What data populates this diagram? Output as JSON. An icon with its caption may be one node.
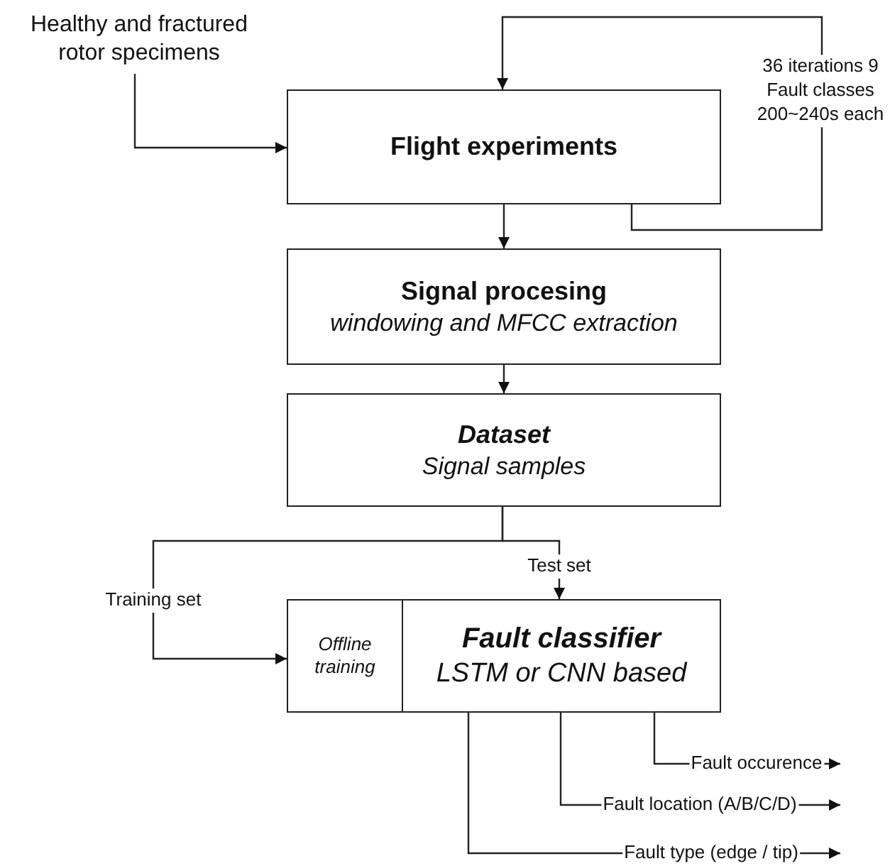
{
  "diagram": {
    "nodes": [
      {
        "text": [
          "Healthy and fractured rotor specimens"
        ]
      },
      {
        "text": [
          "Flight experiments"
        ]
      },
      {
        "text": [
          "Signal procesing",
          "windowing and MFCC extraction"
        ]
      },
      {
        "text": [
          "Dataset",
          "Signal samples"
        ]
      },
      {
        "text": [
          "Offline training"
        ]
      },
      {
        "text": [
          "Fault classifier",
          "LSTM or CNN based"
        ]
      }
    ],
    "edges": [
      {
        "from": 0,
        "to": 1,
        "arrow": "to"
      },
      {
        "from": 1,
        "to": 2,
        "arrow": "to"
      },
      {
        "from": 2,
        "to": 3,
        "arrow": "to"
      },
      {
        "from": 3,
        "to": 4,
        "arrow": "to",
        "label": "Training set"
      },
      {
        "from": 3,
        "to": 5,
        "arrow": "to",
        "label": "Test set"
      },
      {
        "from": 1,
        "to": 1,
        "arrow": "to",
        "label": "36 iterations 9 Fault classes 200~240s each"
      },
      {
        "from": 5,
        "to": null,
        "arrow": "to",
        "label": "Fault occurence"
      },
      {
        "from": 5,
        "to": null,
        "arrow": "to",
        "label": "Fault location (A/B/C/D)"
      },
      {
        "from": 5,
        "to": null,
        "arrow": "to",
        "label": "Fault type (edge / tip)"
      }
    ]
  }
}
